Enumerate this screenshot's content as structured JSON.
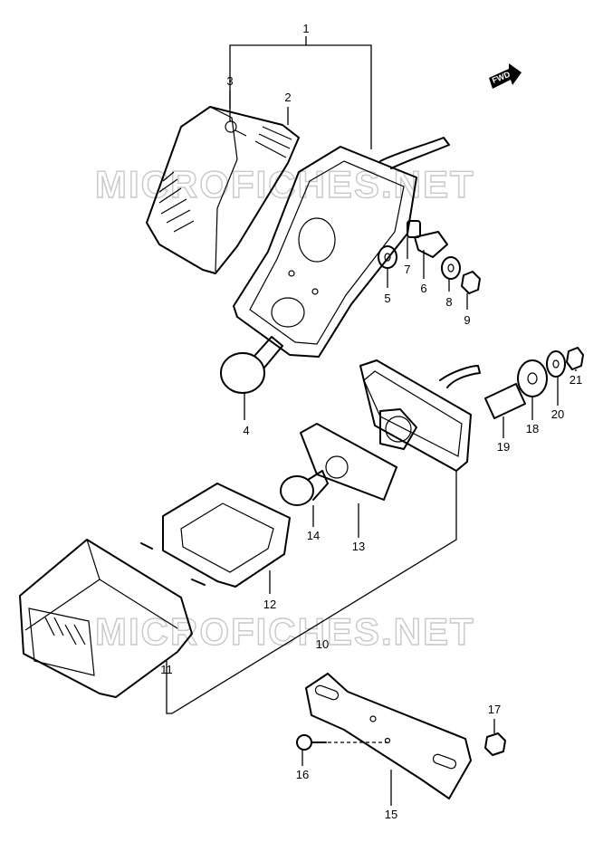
{
  "watermark": "MICROFICHES.NET",
  "direction_arrow": "FWD",
  "callouts": {
    "c1": "1",
    "c2": "2",
    "c3": "3",
    "c4": "4",
    "c5": "5",
    "c6": "6",
    "c7": "7",
    "c8": "8",
    "c9": "9",
    "c10": "10",
    "c11": "11",
    "c12": "12",
    "c13": "13",
    "c14": "14",
    "c15": "15",
    "c16": "16",
    "c17": "17",
    "c18": "18",
    "c19": "19",
    "c20": "20",
    "c21": "21"
  },
  "icons": {
    "fwd": "arrow-right-icon"
  }
}
